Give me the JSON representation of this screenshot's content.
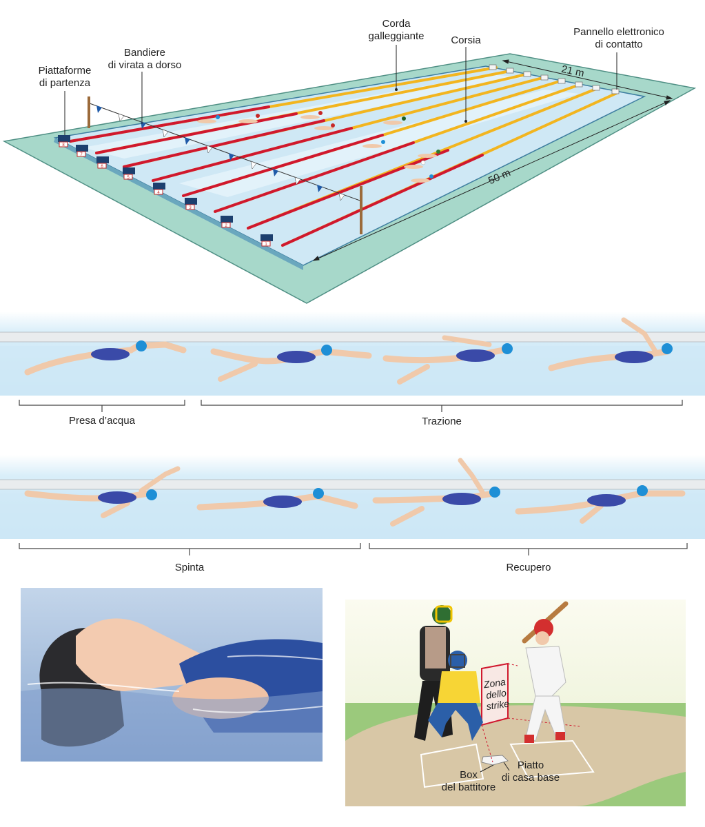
{
  "pool": {
    "labels": {
      "starting_blocks": [
        "Piattaforme",
        "di partenza"
      ],
      "backstroke_flags": [
        "Bandiere",
        "di virata a dorso"
      ],
      "lane_rope": [
        "Corda",
        "galleggiante"
      ],
      "lane": "Corsia",
      "touch_panel": [
        "Pannello elettronico",
        "di contatto"
      ],
      "width": "21 m",
      "length": "50 m"
    },
    "block_numbers": [
      "8",
      "7",
      "6",
      "5",
      "4",
      "3",
      "2",
      "1"
    ],
    "colors": {
      "deck": "#9fd3c4",
      "water": "#cfe8f5",
      "rope_red": "#d0182e",
      "rope_yellow": "#f2b51f",
      "block": "#1c3f6e"
    }
  },
  "stroke_row_1": {
    "phases": [
      {
        "label": "Presa d’acqua"
      },
      {
        "label": "Trazione"
      }
    ]
  },
  "stroke_row_2": {
    "phases": [
      {
        "label": "Spinta"
      },
      {
        "label": "Recupero"
      }
    ]
  },
  "baseball": {
    "labels": {
      "strike_zone": [
        "Zona",
        "dello",
        "strike"
      ],
      "batter_box": [
        "Box",
        "del battitore"
      ],
      "home_plate": [
        "Piatto",
        "di casa base"
      ]
    }
  },
  "colors": {
    "swimsuit": "#3a4aa8",
    "cap": "#1e8fd6",
    "skin": "#f0c9aa",
    "water_strip": "#d6ecf8"
  }
}
